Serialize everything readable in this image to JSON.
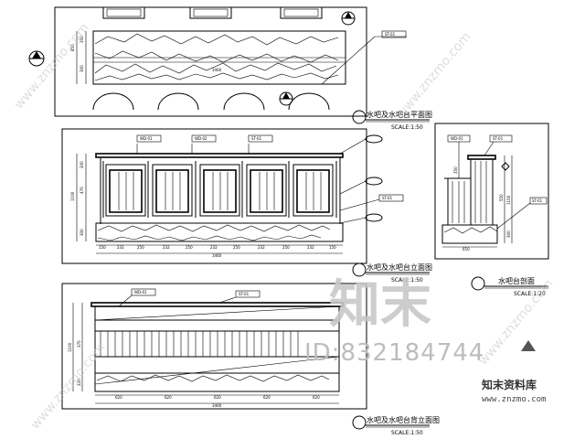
{
  "drawing": {
    "captions": [
      {
        "id": "top",
        "title": "水吧及水吧台平面图",
        "scale": "SCALE:1:50"
      },
      {
        "id": "front",
        "title": "水吧及水吧台立面图",
        "scale": "SCALE:1:50"
      },
      {
        "id": "side",
        "title": "水吧台剖面",
        "scale": "SCALE:1:20"
      },
      {
        "id": "back",
        "title": "水吧及水吧台背立面图",
        "scale": "SCALE:1:50"
      }
    ],
    "material_tags": [
      "ST-01",
      "WD-01",
      "WD-02"
    ],
    "dimensions": {
      "top_plan_width": "3460",
      "top_plan_depth": [
        "350",
        "300",
        "850"
      ],
      "front_width": "3460",
      "front_heights": [
        "1100",
        "470",
        "300",
        "200"
      ],
      "front_segments": [
        "150",
        "232",
        "250",
        "232",
        "250",
        "232",
        "250",
        "232",
        "250",
        "232",
        "150"
      ],
      "side_width": "650",
      "side_heights": [
        "300",
        "1100",
        "350",
        "550"
      ],
      "back_width": "3460",
      "back_segments": [
        "620",
        "620",
        "620",
        "620",
        "620"
      ],
      "back_heights": [
        "1100",
        "370",
        "220"
      ]
    }
  },
  "watermark": {
    "chinese": "知末",
    "id_label": "ID:832184744",
    "brand": "知末资料库",
    "url": "www.znzmo.com",
    "diag_url": "www.znzmo.com"
  }
}
